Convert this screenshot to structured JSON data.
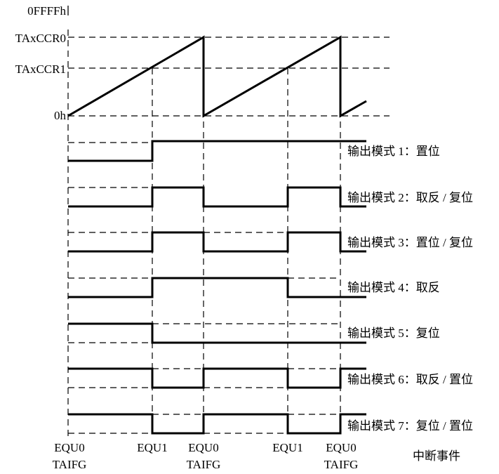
{
  "y_axis_labels": {
    "max": "0FFFFh",
    "ccr0": "TAxCCR0",
    "ccr1": "TAxCCR1",
    "zero": "0h"
  },
  "modes": [
    {
      "label": "输出模式 1：置位"
    },
    {
      "label": "输出模式 2：取反 / 复位"
    },
    {
      "label": "输出模式 3：置位 / 复位"
    },
    {
      "label": "输出模式 4：取反"
    },
    {
      "label": "输出模式 5：复位"
    },
    {
      "label": "输出模式 6：取反 / 置位"
    },
    {
      "label": "输出模式 7：复位 / 置位"
    }
  ],
  "events": {
    "e1_top": "EQU0",
    "e1_bottom": "TAIFG",
    "e2_top": "EQU1",
    "e3_top": "EQU0",
    "e3_bottom": "TAIFG",
    "e4_top": "EQU1",
    "e5_top": "EQU0",
    "e5_bottom": "TAIFG",
    "caption": "中断事件"
  },
  "line_color": "#000000"
}
